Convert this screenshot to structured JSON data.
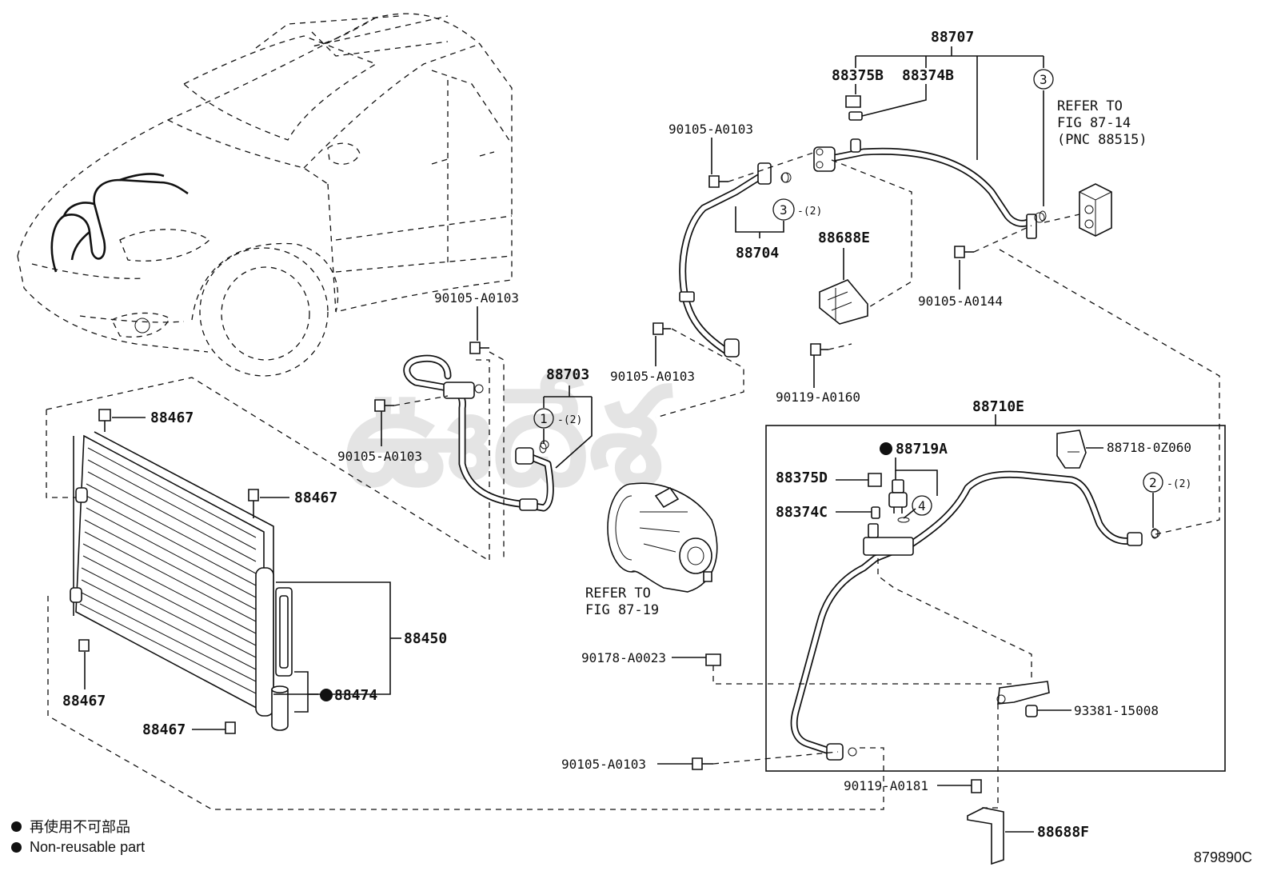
{
  "figure_code": "879890C",
  "legend": [
    {
      "text": "再使用不可部品"
    },
    {
      "text": "Non-reusable part"
    }
  ],
  "watermark": {
    "text": "ఊదేశ"
  },
  "parts": {
    "p88707": "88707",
    "p88375B": "88375B",
    "p88374B": "88374B",
    "c3_top": "3",
    "refer_fig_87_14": [
      "REFER TO",
      "FIG 87-14",
      "(PNC 88515)"
    ],
    "p90105_A0103_a": "90105-A0103",
    "c3_mid": "3",
    "c3_mid_qty": "-(2)",
    "p88704": "88704",
    "p88688E": "88688E",
    "p90105_A0144": "90105-A0144",
    "p90105_A0103_b": "90105-A0103",
    "p90105_A0103_c": "90105-A0103",
    "p88703": "88703",
    "c1": "1",
    "c1_qty": "-(2)",
    "p90119_A0160": "90119-A0160",
    "p90105_A0103_d": "90105-A0103",
    "p88710E": "88710E",
    "p88719A": "88719A",
    "p88718_0Z060": "88718-0Z060",
    "p88375D": "88375D",
    "c2": "2",
    "c2_qty": "-(2)",
    "c4": "4",
    "p88374C": "88374C",
    "refer_fig_87_19": [
      "REFER TO",
      "FIG 87-19"
    ],
    "p88467_a": "88467",
    "p88467_b": "88467",
    "p88467_c": "88467",
    "p88467_d": "88467",
    "p88450": "88450",
    "p88474": "88474",
    "p90178_A0023": "90178-A0023",
    "p93381_15008": "93381-15008",
    "p90105_A0103_e": "90105-A0103",
    "p90119_A0181": "90119-A0181",
    "p88688F": "88688F"
  }
}
